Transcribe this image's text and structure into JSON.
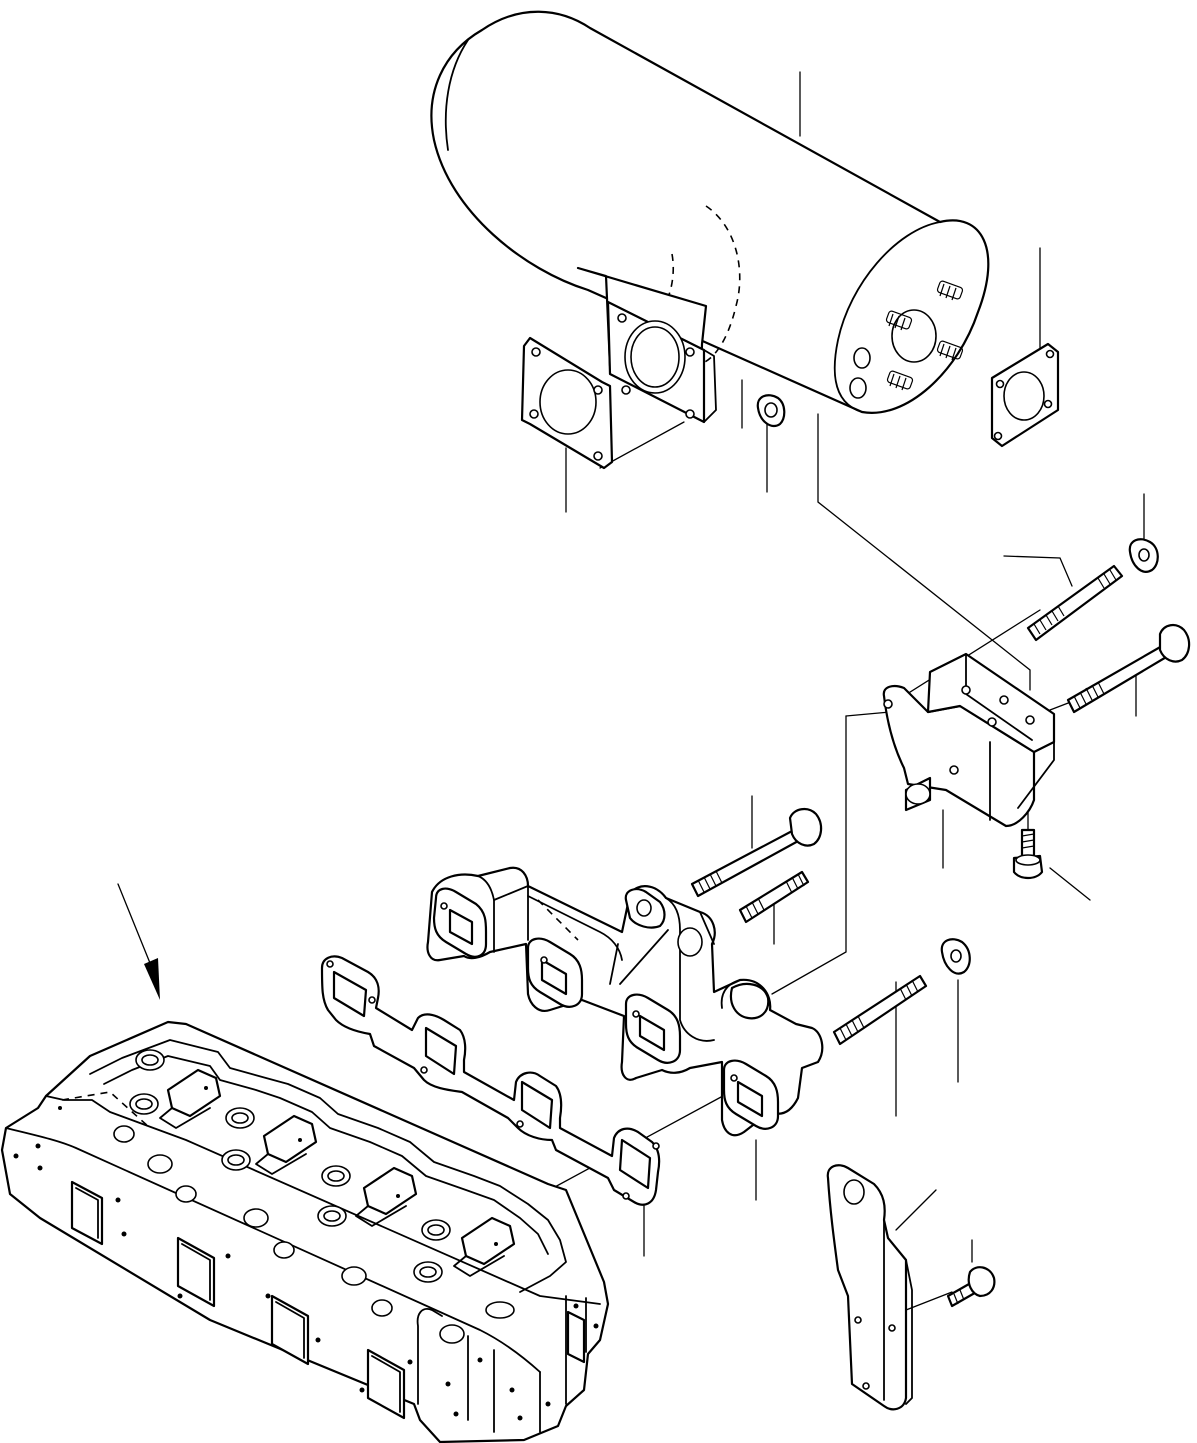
{
  "diagram": {
    "type": "exploded-parts-view",
    "callout_labels": [],
    "parts": [
      "muffler",
      "gasket-muffler-inlet",
      "gasket-muffler-outlet",
      "nut-muffler",
      "stud-long",
      "nut-stud",
      "bolt-bracket-long",
      "muffler-bracket",
      "bolt-bracket-bottom",
      "exhaust-manifold",
      "bolt-manifold",
      "stud-manifold",
      "manifold-gasket",
      "stud-manifold-lower",
      "nut-manifold",
      "cylinder-head",
      "support-strap",
      "bolt-strap"
    ]
  }
}
